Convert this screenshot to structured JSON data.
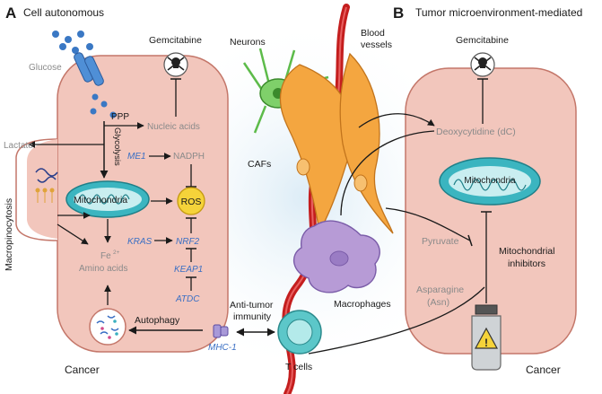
{
  "panel_a": {
    "letter": "A",
    "title": "Cell autonomous",
    "cell_caption": "Cancer",
    "side_label": "Macropinocytosis",
    "labels": {
      "glucose": "Glucose",
      "lactate": "Lactate",
      "ppp": "PPP",
      "glycolysis": "Glycolysis",
      "gemcitabine": "Gemcitabine",
      "nucleic_acids": "Nucleic acids",
      "me1": "ME1",
      "nadph": "NADPH",
      "mitochondria": "Mitochondria",
      "ros": "ROS",
      "kras": "KRAS",
      "nrf2": "NRF2",
      "fe": "Fe",
      "fe_charge": "2+",
      "amino_acids": "Amino acids",
      "keap1": "KEAP1",
      "atdc": "ATDC",
      "autophagy": "Autophagy",
      "mhc1": "MHC-1"
    }
  },
  "middle": {
    "neurons": "Neurons",
    "blood_vessels_line1": "Blood",
    "blood_vessels_line2": "vessels",
    "cafs": "CAFs",
    "anti_tumor_line1": "Anti-tumor",
    "anti_tumor_line2": "immunity",
    "macrophages": "Macrophages",
    "t_cells": "T cells"
  },
  "panel_b": {
    "letter": "B",
    "title": "Tumor microenvironment-mediated",
    "cell_caption": "Cancer",
    "labels": {
      "gemcitabine": "Gemcitabine",
      "deoxycytidine": "Deoxycytidine (dC)",
      "mitochondria": "Mitochondria",
      "pyruvate": "Pyruvate",
      "asparagine_line1": "Asparagine",
      "asparagine_line2": "(Asn)",
      "mito_inhib_line1": "Mitochondrial",
      "mito_inhib_line2": "inhibitors"
    }
  },
  "colors": {
    "cell_fill": "#f2c6bc",
    "cell_stroke": "#c4776a",
    "background_glow": "#dcecf6",
    "mitochondria": "#3bb5c0",
    "ros": "#f5d33a",
    "caf": "#f4a640",
    "macrophage": "#b79bd6",
    "t_cell": "#5cc7c9",
    "neuron": "#5dbb4a",
    "vessel": "#c41e1e",
    "gene_text": "#3a6fc4",
    "metabolite_text": "#8a8a8a"
  },
  "icons": [
    "skull-icon",
    "glucose-transporter-icon",
    "lysosome-icon",
    "vial-warning-icon"
  ]
}
